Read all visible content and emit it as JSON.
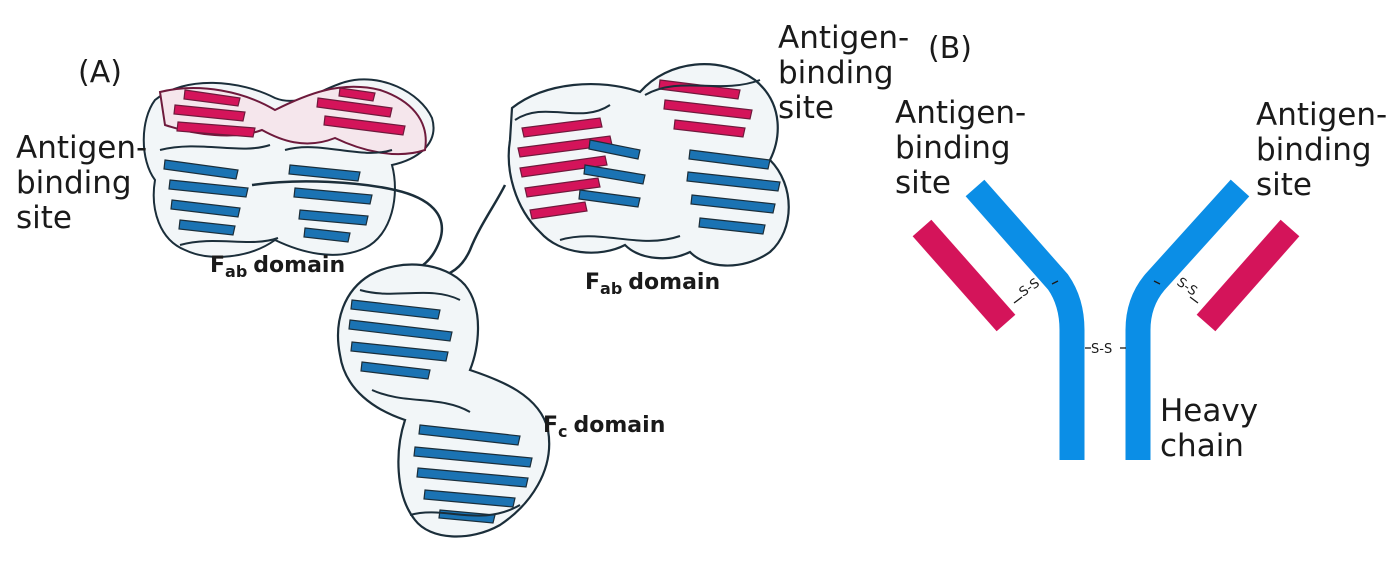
{
  "panel_a": {
    "label": "(A)",
    "left_site": [
      "Antigen-",
      "binding",
      "site"
    ],
    "right_site": [
      "Antigen-",
      "binding",
      "site"
    ],
    "fab_left": {
      "letter": "F",
      "sub": "ab",
      "word": "domain"
    },
    "fab_right": {
      "letter": "F",
      "sub": "ab",
      "word": "domain"
    },
    "fc": {
      "letter": "F",
      "sub": "c",
      "word": "domain"
    }
  },
  "panel_b": {
    "label": "(B)",
    "left_site": [
      "Antigen-",
      "binding",
      "site"
    ],
    "right_site": [
      "Antigen-",
      "binding",
      "site"
    ],
    "bond_left": "S-S",
    "bond_right": "S-S",
    "bond_center": "S-S",
    "heavy_chain": [
      "Heavy",
      "chain"
    ]
  },
  "colors": {
    "heavy": "#0b8ee6",
    "light": "#d4145a",
    "light_dark": "#6e1a3c",
    "ribbon_dark": "#1b2e3a",
    "ribbon_blue": "#1b73b3"
  }
}
